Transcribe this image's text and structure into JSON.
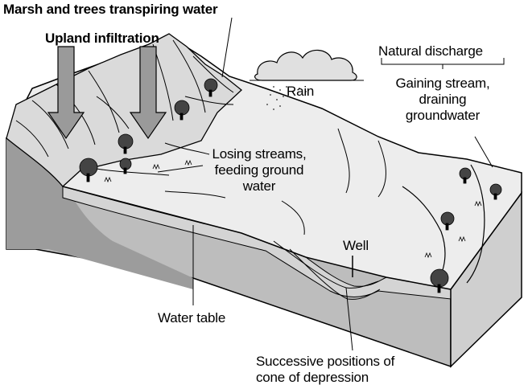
{
  "labels": {
    "marsh": "Marsh and trees transpiring water",
    "upland": "Upland infiltration",
    "natural_discharge": "Natural discharge",
    "gaining_1": "Gaining stream,",
    "gaining_2": "draining",
    "gaining_3": "groundwater",
    "rain": "Rain",
    "losing_1": "Losing streams,",
    "losing_2": "feeding ground",
    "losing_3": "water",
    "well": "Well",
    "water_table": "Water table",
    "cone_1": "Successive positions of",
    "cone_2": "cone of depression"
  },
  "colors": {
    "ink": "#000000",
    "front_face": "#a8a8a8",
    "side_face": "#d0d0d0",
    "saturated_zone": "#c0c0c0",
    "land_surface": "#e6e6e6",
    "hills": "#d8d8d8",
    "arrows": "#9a9a9a",
    "cloud": "#e0e0e0"
  }
}
